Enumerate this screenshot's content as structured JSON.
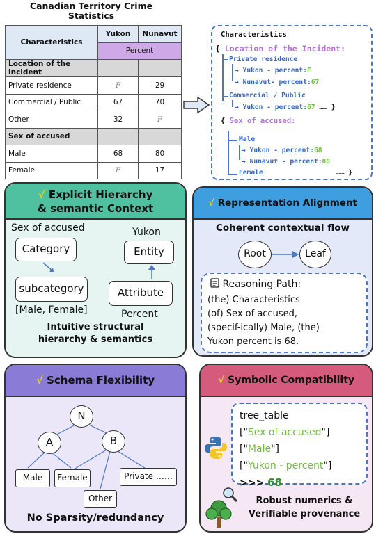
{
  "table": {
    "title_line1": "Canadian Territory Crime",
    "title_line2": "Statistics",
    "header_characteristics": "Characteristics",
    "col_yukon": "Yukon",
    "col_nunavut": "Nunavut",
    "unit": "Percent",
    "rows": [
      {
        "type": "group",
        "label": "Location of the incident"
      },
      {
        "type": "data",
        "label": "Private residence",
        "yukon": "F",
        "nunavut": "29"
      },
      {
        "type": "data",
        "label": "Commercial / Public",
        "yukon": "67",
        "nunavut": "70"
      },
      {
        "type": "data",
        "label": "Other",
        "yukon": "32",
        "nunavut": "F"
      },
      {
        "type": "group",
        "label": "Sex of accused"
      },
      {
        "type": "data",
        "label": "Male",
        "yukon": "68",
        "nunavut": "80"
      },
      {
        "type": "data",
        "label": "Female",
        "yukon": "F",
        "nunavut": "17"
      }
    ]
  },
  "json_view": {
    "root": "Characteristics",
    "open1": "{",
    "location": "Location of the Incident:",
    "private": "Private residence",
    "yukon_pct_label": "Yukon - percent:",
    "yukon_private_val": "F",
    "nunavut_pct_label": "Nunavut- percent:",
    "nunavut_private_val": "67",
    "commercial": "Commercial / Public",
    "yukon_commercial_val": "67",
    "ellipsis_close": "…… }",
    "open2": "{",
    "sex": "Sex of accused:",
    "male": "Male",
    "yukon_male_label": "Yukon - percent:",
    "yukon_male_val": "68",
    "nunavut_male_label": "Nunavut - percent:",
    "nunavut_male_val": "80",
    "female": "Female",
    "final_close": "…… }",
    "arrow_glyph": "→"
  },
  "panel_hierarchy": {
    "check": "√",
    "title_line1": "Explicit Hierarchy",
    "title_line2": "& semantic Context",
    "sex_label": "Sex of accused",
    "yukon_label": "Yukon",
    "category": "Category",
    "entity": "Entity",
    "subcategory": "subcategory",
    "attribute": "Attribute",
    "values_label": "[Male, Female]",
    "percent_label": "Percent",
    "footer_line1": "Intuitive structural",
    "footer_line2": "hierarchy & semantics"
  },
  "panel_alignment": {
    "check": "√",
    "title": "Representation Alignment",
    "subtitle": "Coherent contextual flow",
    "root": "Root",
    "leaf": "Leaf",
    "reasoning_title": "Reasoning Path:",
    "reasoning_lines": [
      "(the) Characteristics",
      "(of) Sex of accused,",
      "(specif-ically) Male, (the)",
      "Yukon percent is 68."
    ]
  },
  "panel_schema": {
    "check": "√",
    "title": "Schema Flexibility",
    "node_n": "N",
    "node_a": "A",
    "node_b": "B",
    "leaf_male": "Male",
    "leaf_female": "Female",
    "leaf_private": "Private ……",
    "leaf_other": "Other",
    "footer": "No Sparsity/redundancy"
  },
  "panel_symbolic": {
    "check": "√",
    "title": "Symbolic Compatibility",
    "code_line1": "tree_table",
    "q": "\"",
    "bracket_open": "[",
    "bracket_close": "]",
    "key1": "Sex of accused",
    "key2": "Male",
    "key3": "Yukon - percent",
    "prompt": ">>>",
    "result": "68",
    "footer_line1": "Robust numerics &",
    "footer_line2": "Verifiable provenance"
  },
  "colors": {
    "table_header": "#dfe9f5",
    "percent_band": "#cfa8e8",
    "group_row": "#d8d8d8",
    "json_purple": "#b472d4",
    "json_blue": "#3568c8",
    "json_green": "#6fbd3c",
    "hierarchy_title": "#4fc0a0",
    "hierarchy_bg": "#e6f5f2",
    "alignment_title": "#3f9ee0",
    "alignment_bg": "#e3e9f8",
    "schema_title": "#8a7bd6",
    "schema_bg": "#ece7f8",
    "symbolic_title": "#d45b7b",
    "symbolic_bg": "#f5e8f4"
  },
  "icons": [
    "arrow-right-icon",
    "document-icon",
    "python-logo-icon",
    "magnifier-icon",
    "tree-icon"
  ]
}
